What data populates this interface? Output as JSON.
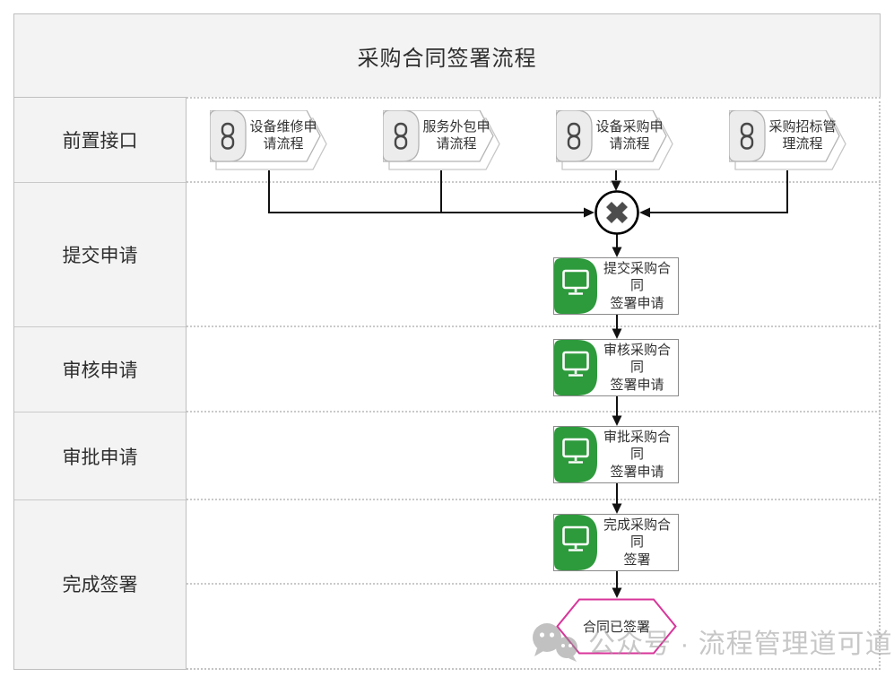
{
  "title": "采购合同签署流程",
  "lanes": [
    {
      "label": "前置接口"
    },
    {
      "label": "提交申请"
    },
    {
      "label": "审核申请"
    },
    {
      "label": "审批申请"
    },
    {
      "label": "完成签署"
    }
  ],
  "link_tasks": [
    {
      "label": "设备维修申\n请流程",
      "icon": "chain-link-icon"
    },
    {
      "label": "服务外包申\n请流程",
      "icon": "chain-link-icon"
    },
    {
      "label": "设备采购申\n请流程",
      "icon": "chain-link-icon"
    },
    {
      "label": "采购招标管\n理流程",
      "icon": "chain-link-icon"
    }
  ],
  "gateway": {
    "kind": "exclusive-gateway",
    "symbol": "X"
  },
  "tasks": [
    {
      "label": "提交采购合同\n签署申请",
      "icon": "monitor-icon"
    },
    {
      "label": "审核采购合同\n签署申请",
      "icon": "monitor-icon"
    },
    {
      "label": "审批采购合同\n签署申请",
      "icon": "monitor-icon"
    },
    {
      "label": "完成采购合同\n签署",
      "icon": "monitor-icon"
    }
  ],
  "end_event": {
    "label": "合同已签署"
  },
  "watermark": {
    "text": "公众号 · 流程管理道可道",
    "icon": "wechat-logo-icon"
  },
  "colors": {
    "task_green": "#2d9a3c",
    "end_border_magenta": "#d8359a",
    "lane_bg": "#f3f3f3",
    "connector_black": "#111111",
    "gateway_x_gray": "#4d4d4d",
    "watermark_gray": "#9a9a9a"
  }
}
